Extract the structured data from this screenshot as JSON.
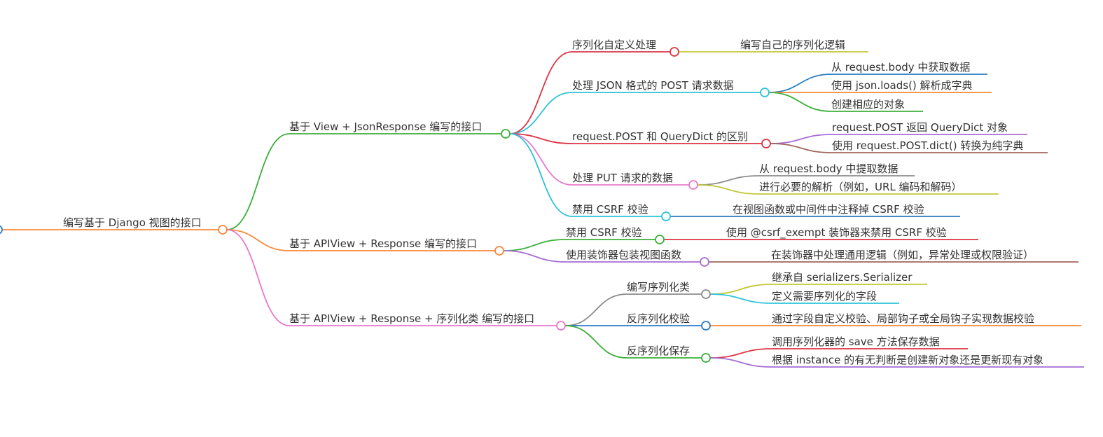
{
  "mindmap": {
    "root": {
      "label": "编写基于 Django 视图的接口",
      "color": "#F9893A",
      "children": [
        {
          "label": "基于 View + JsonResponse 编写的接口",
          "color": "#3BAF3B",
          "children": [
            {
              "label": "序列化自定义处理",
              "color": "#DC3545",
              "children": [
                {
                  "label": "编写自己的序列化逻辑",
                  "color": "#C2C837"
                }
              ]
            },
            {
              "label": "处理 JSON 格式的 POST 请求数据",
              "color": "#2BC3D8",
              "children": [
                {
                  "label": "从 request.body 中获取数据",
                  "color": "#2A7CC4"
                },
                {
                  "label": "使用 json.loads() 解析成字典",
                  "color": "#F9893A"
                },
                {
                  "label": "创建相应的对象",
                  "color": "#3BAF3B"
                }
              ]
            },
            {
              "label": "request.POST 和 QueryDict 的区别",
              "color": "#DC3545",
              "children": [
                {
                  "label": "request.POST 返回 QueryDict 对象",
                  "color": "#A66CD4"
                },
                {
                  "label": "使用 request.POST.dict() 转换为纯字典",
                  "color": "#A0675B"
                }
              ]
            },
            {
              "label": "处理 PUT 请求的数据",
              "color": "#E878C8",
              "children": [
                {
                  "label": "从 request.body 中提取数据",
                  "color": "#8C8C8C"
                },
                {
                  "label": "进行必要的解析（例如，URL 编码和解码）",
                  "color": "#C2C837"
                }
              ]
            },
            {
              "label": "禁用 CSRF 校验",
              "color": "#2BC3D8",
              "children": [
                {
                  "label": "在视图函数或中间件中注释掉 CSRF 校验",
                  "color": "#2A7CC4"
                }
              ]
            }
          ]
        },
        {
          "label": "基于 APIView + Response 编写的接口",
          "color": "#F9893A",
          "children": [
            {
              "label": "禁用 CSRF 校验",
              "color": "#3BAF3B",
              "children": [
                {
                  "label": "使用 @csrf_exempt 装饰器来禁用 CSRF 校验",
                  "color": "#DC3545"
                }
              ]
            },
            {
              "label": "使用装饰器包装视图函数",
              "color": "#A66CD4",
              "children": [
                {
                  "label": "在装饰器中处理通用逻辑（例如，异常处理或权限验证）",
                  "color": "#A0675B"
                }
              ]
            }
          ]
        },
        {
          "label": "基于 APIView + Response + 序列化类 编写的接口",
          "color": "#E878C8",
          "children": [
            {
              "label": "编写序列化类",
              "color": "#8C8C8C",
              "children": [
                {
                  "label": "继承自 serializers.Serializer",
                  "color": "#C2C837"
                },
                {
                  "label": "定义需要序列化的字段",
                  "color": "#2BC3D8"
                }
              ]
            },
            {
              "label": "反序列化校验",
              "color": "#2A7CC4",
              "children": [
                {
                  "label": "通过字段自定义校验、局部钩子或全局钩子实现数据校验",
                  "color": "#F9893A"
                }
              ]
            },
            {
              "label": "反序列化保存",
              "color": "#3BAF3B",
              "children": [
                {
                  "label": "调用序列化器的 save 方法保存数据",
                  "color": "#DC3545"
                },
                {
                  "label": "根据 instance 的有无判断是创建新对象还是更新现有对象",
                  "color": "#A66CD4"
                }
              ]
            }
          ]
        }
      ]
    }
  }
}
